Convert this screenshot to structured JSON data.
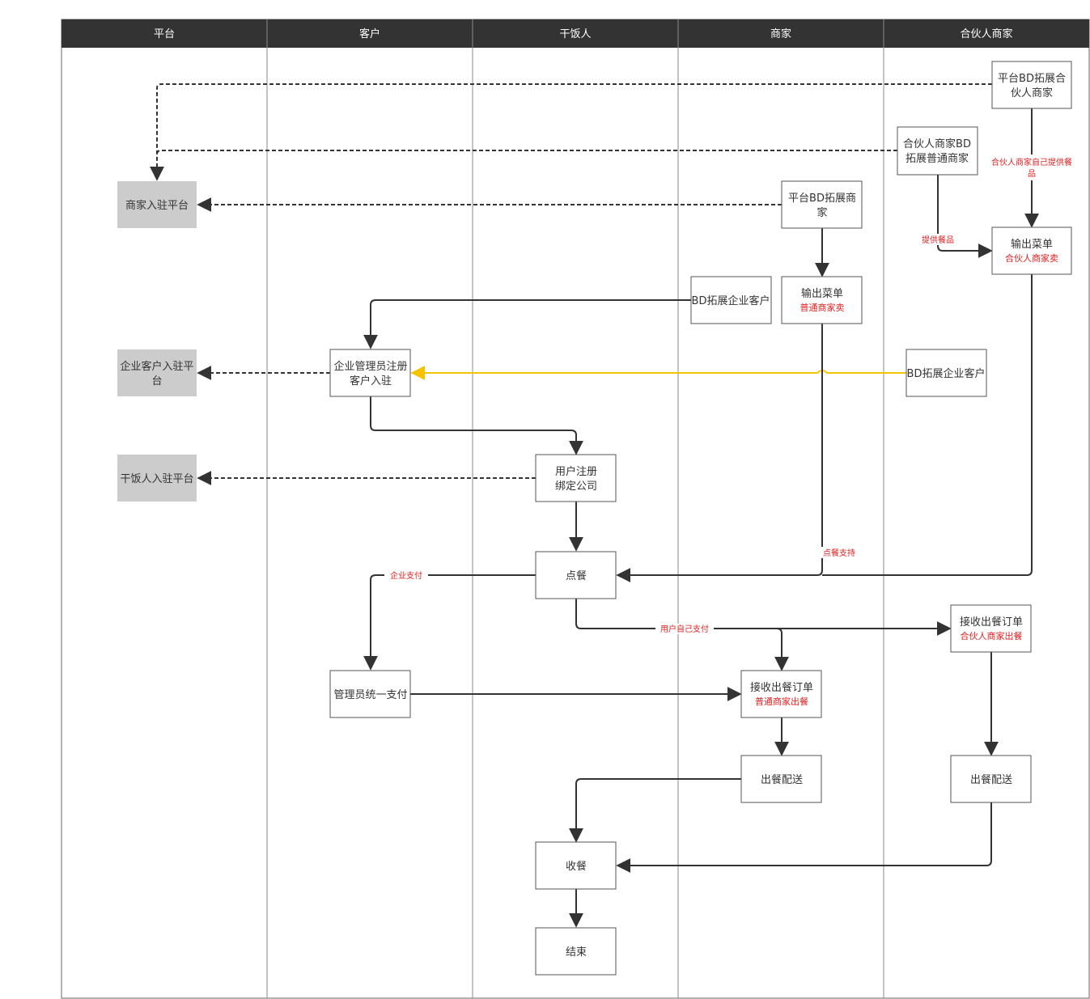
{
  "lanes": [
    "平台",
    "客户",
    "干饭人",
    "商家",
    "合伙人商家"
  ],
  "colors": {
    "header_bg": "#333333",
    "node_border": "#555555",
    "platform_node_fill": "#cccccc",
    "line": "#333333",
    "highlight_line": "#f5c400",
    "sub_text": "#e02020"
  },
  "nodes": {
    "partner_bd_platform": {
      "lines": [
        "平台BD拓展合",
        "伙人商家"
      ]
    },
    "partner_bd_normal": {
      "lines": [
        "合伙人商家BD",
        "拓展普通商家"
      ]
    },
    "merchant_join": {
      "lines": [
        "商家入驻平台"
      ]
    },
    "platform_bd_merchant": {
      "lines": [
        "平台BD拓展商",
        "家"
      ]
    },
    "partner_menu": {
      "lines": [
        "输出菜单"
      ],
      "sub": "合伙人商家卖"
    },
    "bd_enterprise_merchant": {
      "lines": [
        "BD拓展企业客户"
      ]
    },
    "normal_menu": {
      "lines": [
        "输出菜单"
      ],
      "sub": "普通商家卖"
    },
    "enterprise_join": {
      "lines": [
        "企业客户入驻平",
        "台"
      ]
    },
    "admin_register": {
      "lines": [
        "企业管理员注册",
        "客户入驻"
      ]
    },
    "bd_enterprise_partner": {
      "lines": [
        "BD拓展企业客户"
      ]
    },
    "user_register": {
      "lines": [
        "用户注册",
        "绑定公司"
      ]
    },
    "eater_join": {
      "lines": [
        "干饭人入驻平台"
      ]
    },
    "order": {
      "lines": [
        "点餐"
      ]
    },
    "partner_receive": {
      "lines": [
        "接收出餐订单"
      ],
      "sub": "合伙人商家出餐"
    },
    "admin_pay": {
      "lines": [
        "管理员统一支付"
      ]
    },
    "normal_receive": {
      "lines": [
        "接收出餐订单"
      ],
      "sub": "普通商家出餐"
    },
    "normal_deliver": {
      "lines": [
        "出餐配送"
      ]
    },
    "partner_deliver": {
      "lines": [
        "出餐配送"
      ]
    },
    "receive_meal": {
      "lines": [
        "收餐"
      ]
    },
    "end": {
      "lines": [
        "结束"
      ]
    }
  },
  "edge_labels": {
    "partner_self_supply": [
      "合伙人商家自己提供餐",
      "品"
    ],
    "provide_food": "提供餐品",
    "order_support": "点餐支持",
    "enterprise_pay": "企业支付",
    "user_self_pay": "用户自己支付"
  }
}
